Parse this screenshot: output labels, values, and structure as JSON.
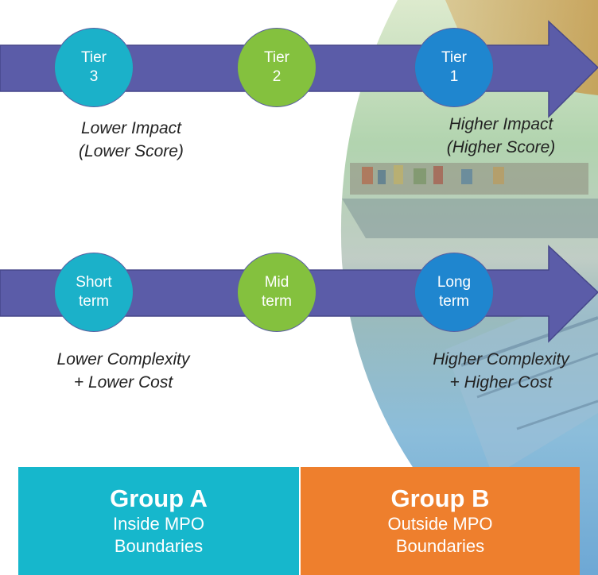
{
  "colors": {
    "arrow": "#5b5ca8",
    "arrow_edge": "#46478a",
    "circle_teal": "#1bb1c9",
    "circle_green": "#84c13e",
    "circle_blue": "#1f86cf",
    "group_a": "#16b7cc",
    "group_b": "#ee7f2d"
  },
  "tiers": {
    "circles": [
      {
        "line1": "Tier",
        "line2": "3"
      },
      {
        "line1": "Tier",
        "line2": "2"
      },
      {
        "line1": "Tier",
        "line2": "1"
      }
    ],
    "left_label": {
      "line1": "Lower Impact",
      "line2": "(Lower Score)"
    },
    "right_label": {
      "line1": "Higher Impact",
      "line2": "(Higher Score)"
    }
  },
  "terms": {
    "circles": [
      {
        "line1": "Short",
        "line2": "term"
      },
      {
        "line1": "Mid",
        "line2": "term"
      },
      {
        "line1": "Long",
        "line2": "term"
      }
    ],
    "left_label": {
      "line1": "Lower Complexity",
      "line2": "+ Lower Cost"
    },
    "right_label": {
      "line1": "Higher Complexity",
      "line2": "+ Higher Cost"
    }
  },
  "groups": [
    {
      "title": "Group A",
      "line1": "Inside MPO",
      "line2": "Boundaries"
    },
    {
      "title": "Group B",
      "line1": "Outside MPO",
      "line2": "Boundaries"
    }
  ]
}
